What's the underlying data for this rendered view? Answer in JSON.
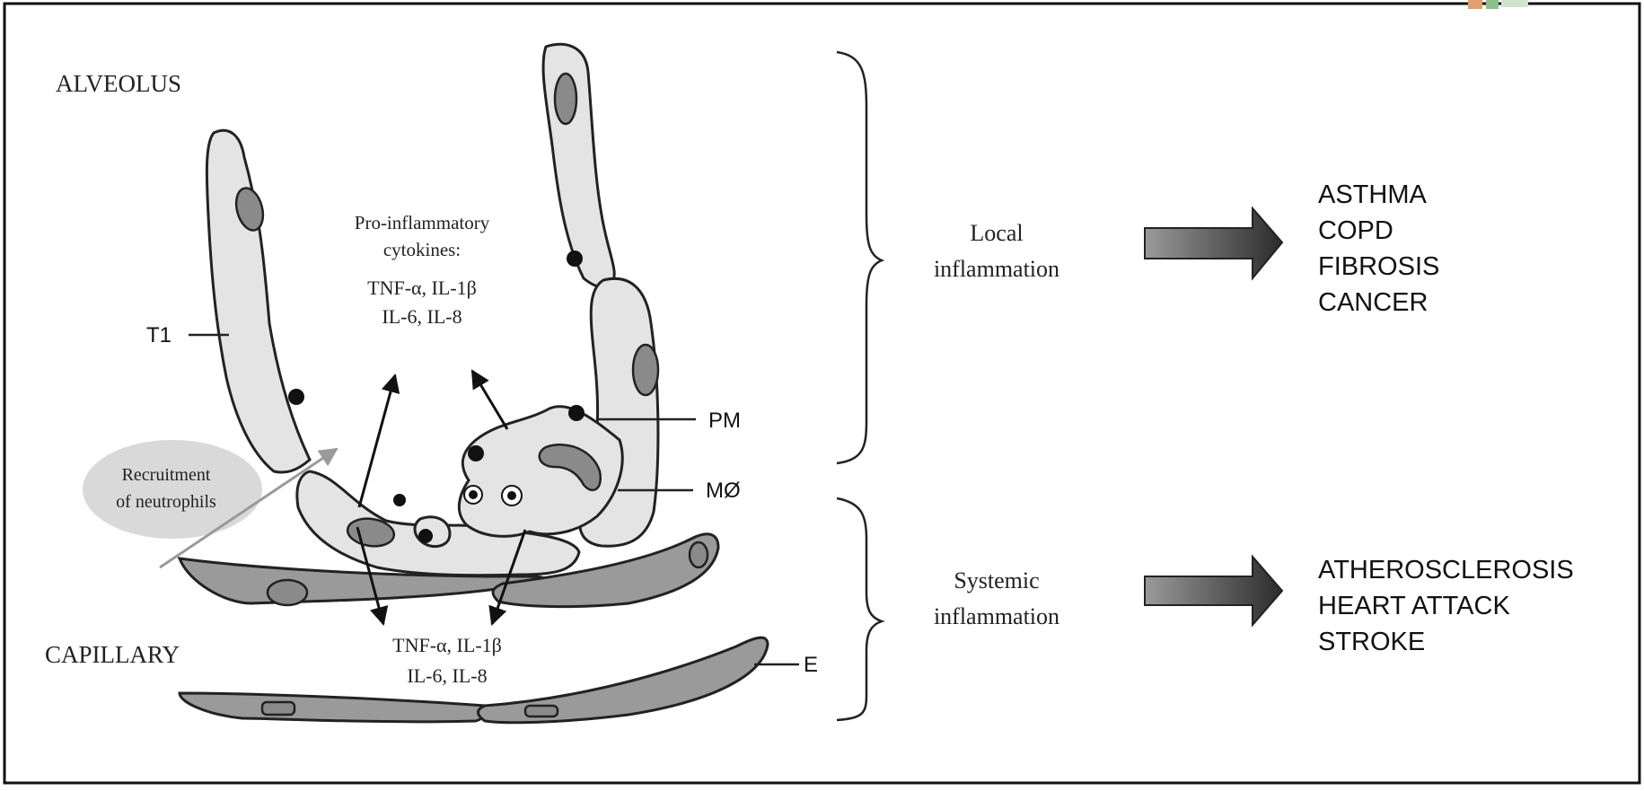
{
  "labels": {
    "alveolus": "ALVEOLUS",
    "capillary": "CAPILLARY",
    "t1": "T1",
    "pm": "PM",
    "macrophage": "MØ",
    "endothelial": "E",
    "recruitment_line1": "Recruitment",
    "recruitment_line2": "of neutrophils",
    "cytokines_heading_line1": "Pro-inflammatory",
    "cytokines_heading_line2": "cytokines:",
    "cytokines_top_line1": "TNF-α, IL-1β",
    "cytokines_top_line2": "IL-6, IL-8",
    "cytokines_bottom_line1": "TNF-α, IL-1β",
    "cytokines_bottom_line2": "IL-6, IL-8"
  },
  "local": {
    "line1": "Local",
    "line2": "inflammation",
    "outcomes": [
      "ASTHMA",
      "COPD",
      "FIBROSIS",
      "CANCER"
    ]
  },
  "systemic": {
    "line1": "Systemic",
    "line2": "inflammation",
    "outcomes": [
      "ATHEROSCLEROSIS",
      "HEART ATTACK",
      "STROKE"
    ]
  },
  "colors": {
    "cell_fill": "#e4e4e4",
    "nucleus_fill": "#8a8a8a",
    "endothelium_fill": "#9a9a9a",
    "recruitment_ellipse": "#d9d9d9",
    "arrow_dark": "#2b2b2b",
    "arrow_light": "#9a9a9a"
  }
}
